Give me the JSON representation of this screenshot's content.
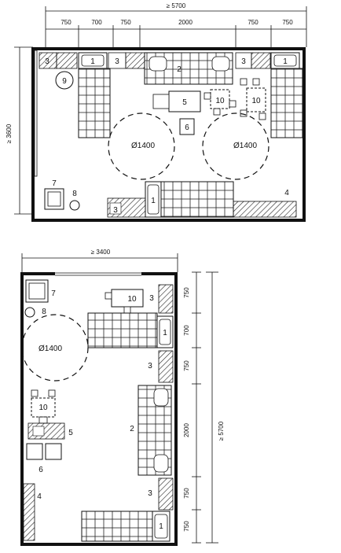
{
  "top_plan": {
    "overall_width": "≥ 5700",
    "segments": [
      "750",
      "700",
      "750",
      "2000",
      "750",
      "750"
    ],
    "overall_depth": "≥ 3600",
    "labels": {
      "sink_a": "3",
      "bed_a": "1",
      "sink_b": "3",
      "sofa": "2",
      "sink_c": "3",
      "bed_b": "1",
      "wardrobe_bed": "9",
      "desk": "5",
      "chair_group_a": "10",
      "chair_group_b": "10",
      "stool": "6",
      "circle_a": "Ø1400",
      "circle_b": "Ø1400",
      "cabinet": "7",
      "basin": "8",
      "sink_d": "3",
      "bed_c": "1",
      "door": "4"
    }
  },
  "bottom_plan": {
    "overall_width": "≥ 3400",
    "overall_depth": "≥ 5700",
    "segments": [
      "750",
      "700",
      "750",
      "2000",
      "750",
      "750"
    ],
    "labels": {
      "cabinet": "7",
      "chair_group_a": "10",
      "sink_a": "3",
      "basin": "8",
      "circle": "Ø1400",
      "bed_a": "1",
      "sink_b": "3",
      "sofa": "2",
      "chair_group_b": "10",
      "desk": "5",
      "stool": "6",
      "door": "4",
      "sink_c": "3",
      "bed_b": "1"
    }
  }
}
